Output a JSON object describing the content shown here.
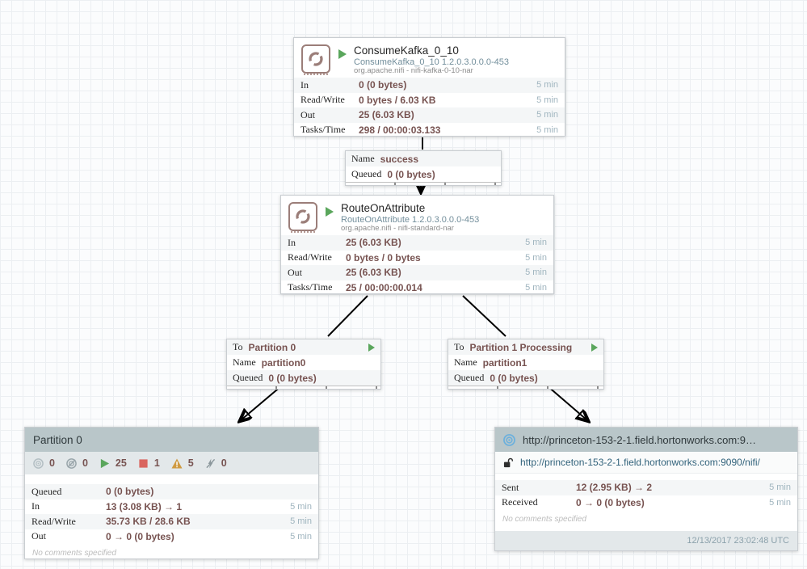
{
  "processors": [
    {
      "name": "ConsumeKafka_0_10",
      "type_version": "ConsumeKafka_0_10 1.2.0.3.0.0.0-453",
      "bundle": "org.apache.nifi - nifi-kafka-0-10-nar",
      "stats": [
        {
          "label": "In",
          "value": "0 (0 bytes)",
          "time": "5 min"
        },
        {
          "label": "Read/Write",
          "value": "0 bytes / 6.03 KB",
          "time": "5 min"
        },
        {
          "label": "Out",
          "value": "25 (6.03 KB)",
          "time": "5 min"
        },
        {
          "label": "Tasks/Time",
          "value": "298 / 00:00:03.133",
          "time": "5 min"
        }
      ]
    },
    {
      "name": "RouteOnAttribute",
      "type_version": "RouteOnAttribute 1.2.0.3.0.0.0-453",
      "bundle": "org.apache.nifi - nifi-standard-nar",
      "stats": [
        {
          "label": "In",
          "value": "25 (6.03 KB)",
          "time": "5 min"
        },
        {
          "label": "Read/Write",
          "value": "0 bytes / 0 bytes",
          "time": "5 min"
        },
        {
          "label": "Out",
          "value": "25 (6.03 KB)",
          "time": "5 min"
        },
        {
          "label": "Tasks/Time",
          "value": "25 / 00:00:00.014",
          "time": "5 min"
        }
      ]
    }
  ],
  "connections": [
    {
      "name_key": "Name",
      "name_value": "success",
      "queued_key": "Queued",
      "queued_value": "0 (0 bytes)"
    },
    {
      "to_key": "To",
      "to_value": "Partition 0",
      "name_key": "Name",
      "name_value": "partition0",
      "queued_key": "Queued",
      "queued_value": "0 (0 bytes)"
    },
    {
      "to_key": "To",
      "to_value": "Partition 1 Processing",
      "name_key": "Name",
      "name_value": "partition1",
      "queued_key": "Queued",
      "queued_value": "0 (0 bytes)"
    }
  ],
  "process_group": {
    "title": "Partition 0",
    "counts": {
      "transmitting": "0",
      "not_transmitting": "0",
      "running": "25",
      "stopped": "1",
      "invalid": "5",
      "disabled": "0"
    },
    "stats": [
      {
        "label": "Queued",
        "value": "0 (0 bytes)",
        "time": ""
      },
      {
        "label": "In",
        "value": "13 (3.08 KB) → 1",
        "time": "5 min"
      },
      {
        "label": "Read/Write",
        "value": "35.73 KB / 28.6 KB",
        "time": "5 min"
      },
      {
        "label": "Out",
        "value": "0 → 0 (0 bytes)",
        "time": "5 min"
      }
    ],
    "comments": "No comments specified"
  },
  "remote_group": {
    "title": "http://princeton-153-2-1.field.hortonworks.com:9…",
    "url": "http://princeton-153-2-1.field.hortonworks.com:9090/nifi/",
    "stats": [
      {
        "label": "Sent",
        "value": "12 (2.95 KB) → 2",
        "time": "5 min"
      },
      {
        "label": "Received",
        "value": "0 → 0 (0 bytes)",
        "time": "5 min"
      }
    ],
    "comments": "No comments specified",
    "timestamp": "12/13/2017 23:02:48 UTC"
  },
  "colors": {
    "accent_value": "#775351",
    "type_text": "#728e9b",
    "running_green": "#5aa65c",
    "stopped_red": "#d9655f",
    "invalid_amber": "#cf9a41",
    "group_header": "#b9c6c9",
    "remote_blue": "#6bb0dd"
  }
}
